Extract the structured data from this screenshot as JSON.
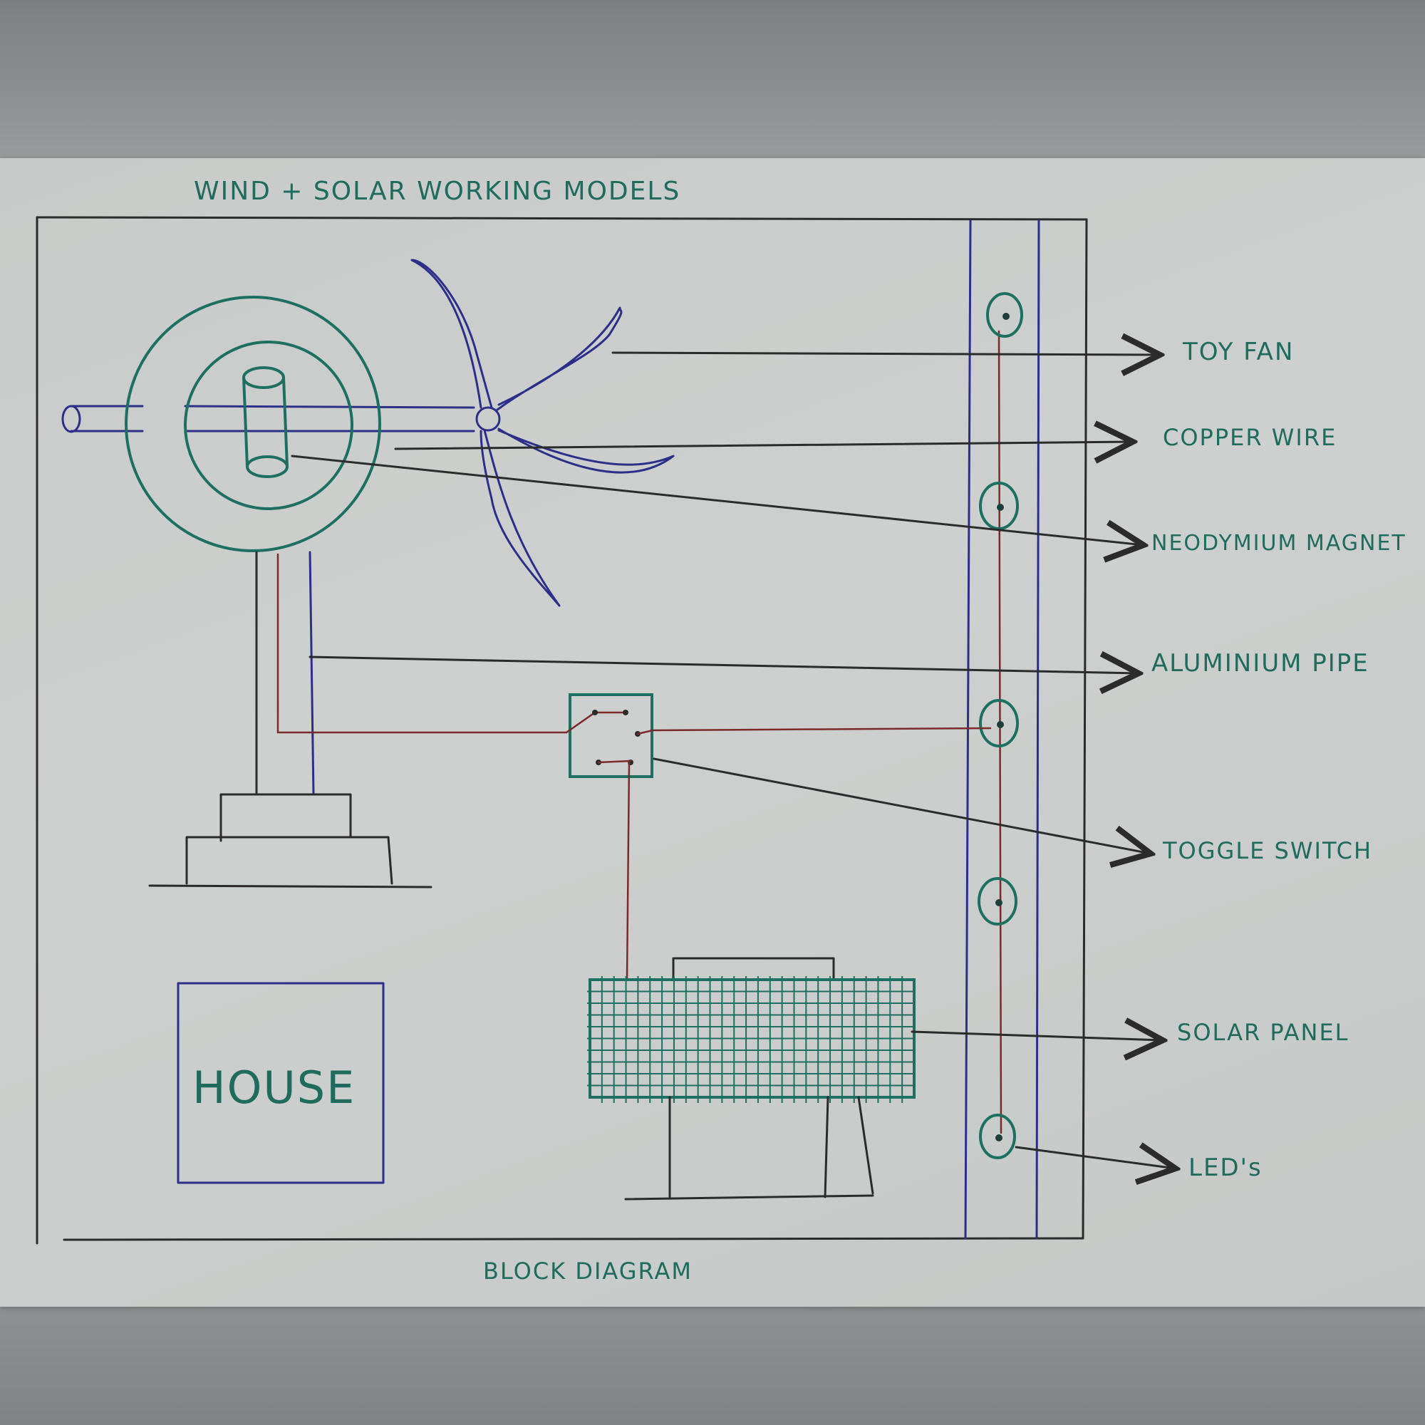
{
  "title": "WIND + SOLAR WORKING MODELS",
  "caption": "BLOCK DIAGRAM",
  "house_label": "HOUSE",
  "labels": {
    "toy_fan": "TOY FAN",
    "copper_wire": "COPPER WIRE",
    "neodymium_magnet": "NEODYMIUM MAGNET",
    "aluminium_pipe": "ALUMINIUM PIPE",
    "toggle_switch": "TOGGLE SWITCH",
    "solar_panel": "SOLAR PANEL",
    "leds": "LED's"
  },
  "colors": {
    "ink_green": "#1d6f62",
    "ink_blue": "#2c2f8a",
    "ink_black": "#2b2b2b",
    "ink_red": "#7a2a2a",
    "paper": "#cbcecc"
  }
}
